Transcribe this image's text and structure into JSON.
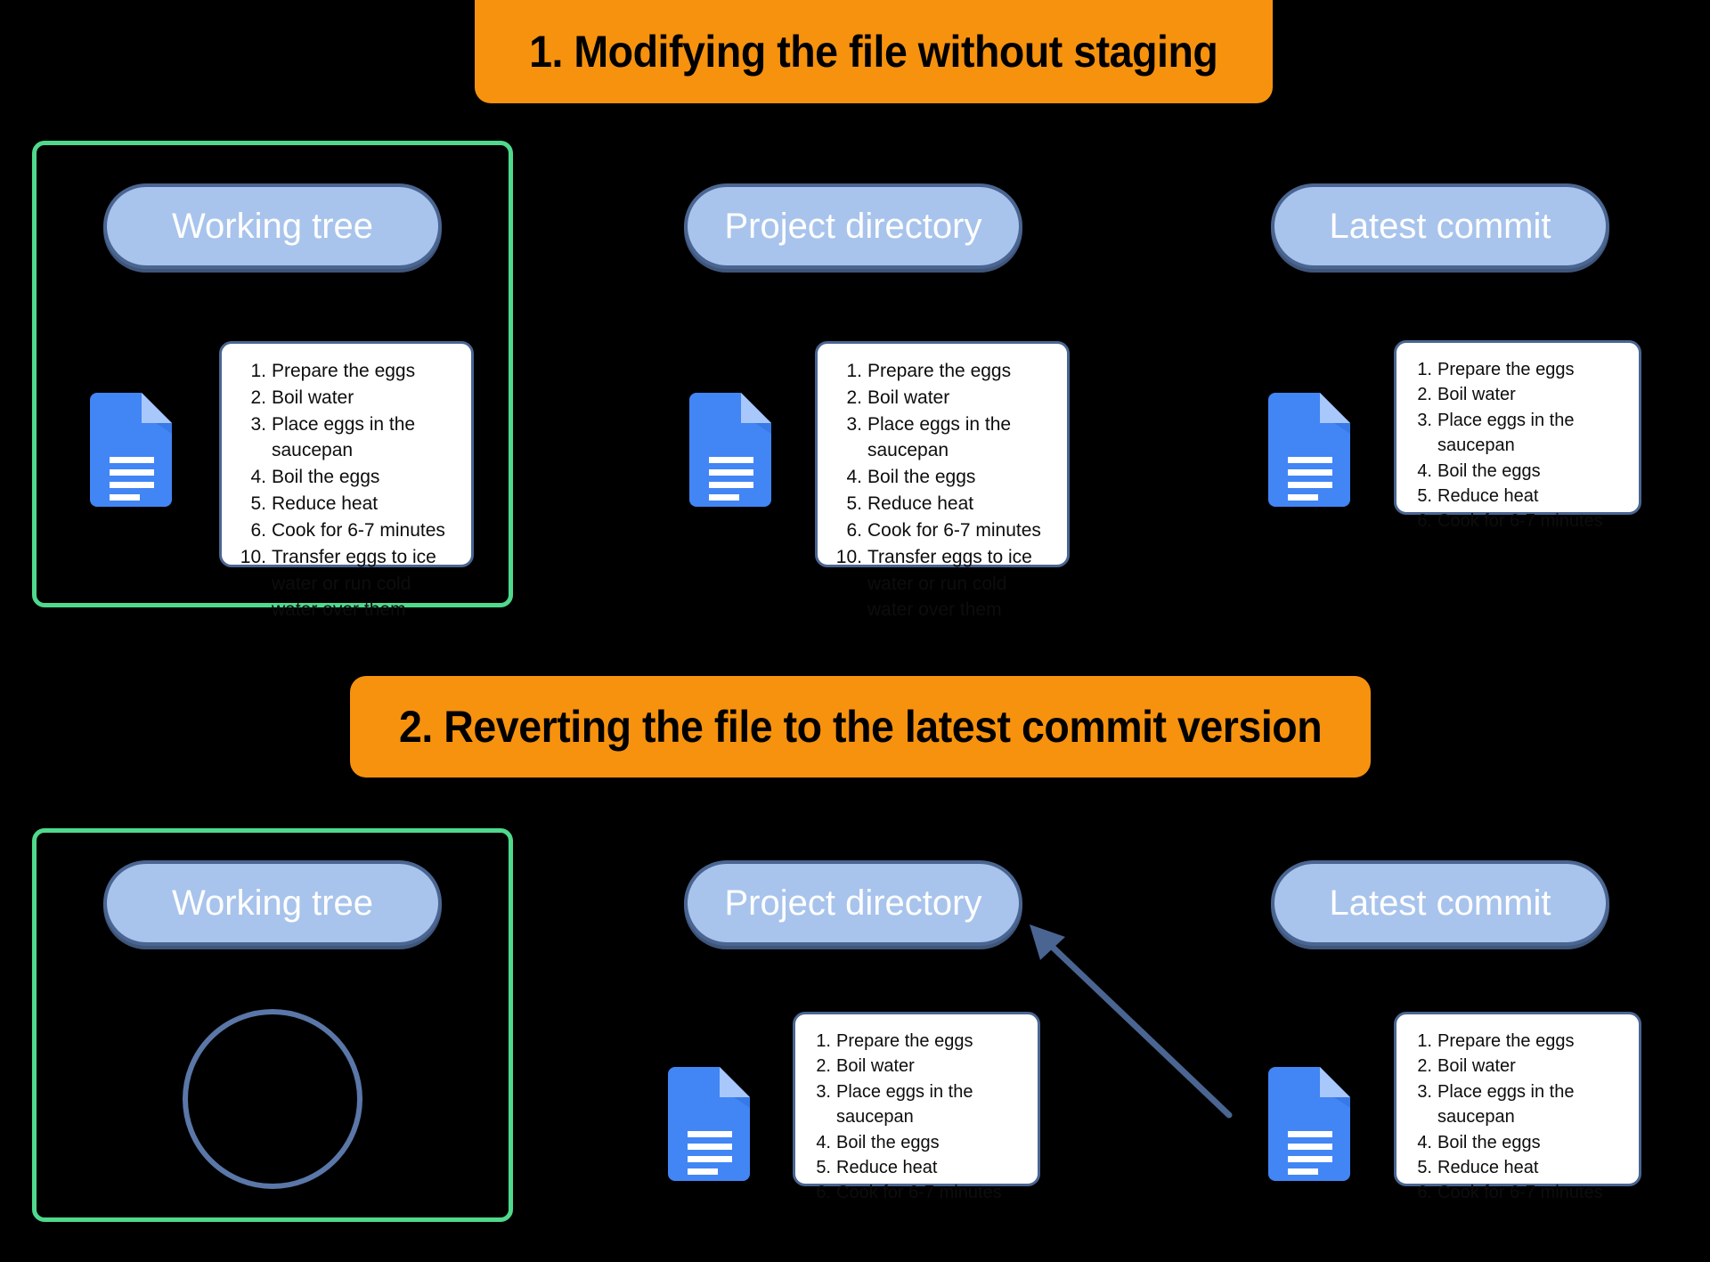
{
  "theme": {
    "background": "#000000",
    "banner_bg": "#f7920e",
    "banner_text": "#000000",
    "pill_fill": "#a8c4ec",
    "pill_border": "#4a6591",
    "pill_text": "#ffffff",
    "frame_highlight": "#4fd98d",
    "card_bg": "#ffffff",
    "card_border": "#4a6591",
    "doc_icon_blue": "#4285f4",
    "doc_icon_fold": "#a8c7fa",
    "arrow_color": "#4a6591",
    "circle_stroke": "#5a77a8"
  },
  "sections": [
    {
      "id": "section-1",
      "banner": "1. Modifying the file without staging",
      "columns": [
        {
          "id": "working-tree-1",
          "label": "Working tree",
          "highlighted": true,
          "has_doc_icon": true,
          "note_items": [
            {
              "num": "1.",
              "text": "Prepare the eggs"
            },
            {
              "num": "2.",
              "text": "Boil water"
            },
            {
              "num": "3.",
              "text": "Place eggs in the saucepan"
            },
            {
              "num": "4.",
              "text": "Boil the eggs"
            },
            {
              "num": "5.",
              "text": "Reduce heat"
            },
            {
              "num": "6.",
              "text": "Cook for 6-7 minutes"
            },
            {
              "num": "10.",
              "text": "Transfer eggs to ice water or run cold water over them"
            }
          ]
        },
        {
          "id": "project-directory-1",
          "label": "Project directory",
          "highlighted": false,
          "has_doc_icon": true,
          "note_items": [
            {
              "num": "1.",
              "text": "Prepare the eggs"
            },
            {
              "num": "2.",
              "text": "Boil water"
            },
            {
              "num": "3.",
              "text": "Place eggs in the saucepan"
            },
            {
              "num": "4.",
              "text": "Boil the eggs"
            },
            {
              "num": "5.",
              "text": "Reduce heat"
            },
            {
              "num": "6.",
              "text": "Cook for 6-7 minutes"
            },
            {
              "num": "10.",
              "text": "Transfer eggs to ice water or run cold water over them"
            }
          ]
        },
        {
          "id": "latest-commit-1",
          "label": "Latest commit",
          "highlighted": false,
          "has_doc_icon": true,
          "note_items": [
            {
              "num": "1.",
              "text": "Prepare the eggs"
            },
            {
              "num": "2.",
              "text": "Boil water"
            },
            {
              "num": "3.",
              "text": "Place eggs in the saucepan"
            },
            {
              "num": "4.",
              "text": "Boil the eggs"
            },
            {
              "num": "5.",
              "text": "Reduce heat"
            },
            {
              "num": "6.",
              "text": "Cook for 6-7 minutes"
            }
          ]
        }
      ]
    },
    {
      "id": "section-2",
      "banner": "2. Reverting the file to the latest commit version",
      "columns": [
        {
          "id": "working-tree-2",
          "label": "Working tree",
          "highlighted": true,
          "has_doc_icon": false,
          "empty_placeholder": "empty-circle",
          "note_items": []
        },
        {
          "id": "project-directory-2",
          "label": "Project directory",
          "highlighted": false,
          "has_doc_icon": true,
          "note_items": [
            {
              "num": "1.",
              "text": "Prepare the eggs"
            },
            {
              "num": "2.",
              "text": "Boil water"
            },
            {
              "num": "3.",
              "text": "Place eggs in the saucepan"
            },
            {
              "num": "4.",
              "text": "Boil the eggs"
            },
            {
              "num": "5.",
              "text": "Reduce heat"
            },
            {
              "num": "6.",
              "text": "Cook for 6-7 minutes"
            }
          ]
        },
        {
          "id": "latest-commit-2",
          "label": "Latest commit",
          "highlighted": false,
          "has_doc_icon": true,
          "note_items": [
            {
              "num": "1.",
              "text": "Prepare the eggs"
            },
            {
              "num": "2.",
              "text": "Boil water"
            },
            {
              "num": "3.",
              "text": "Place eggs in the saucepan"
            },
            {
              "num": "4.",
              "text": "Boil the eggs"
            },
            {
              "num": "5.",
              "text": "Reduce heat"
            },
            {
              "num": "6.",
              "text": "Cook for 6-7 minutes"
            }
          ]
        }
      ]
    }
  ],
  "arrow": {
    "name": "restore-arrow",
    "from": "latest-commit-2",
    "to": "project-directory-2",
    "direction": "up-left"
  }
}
